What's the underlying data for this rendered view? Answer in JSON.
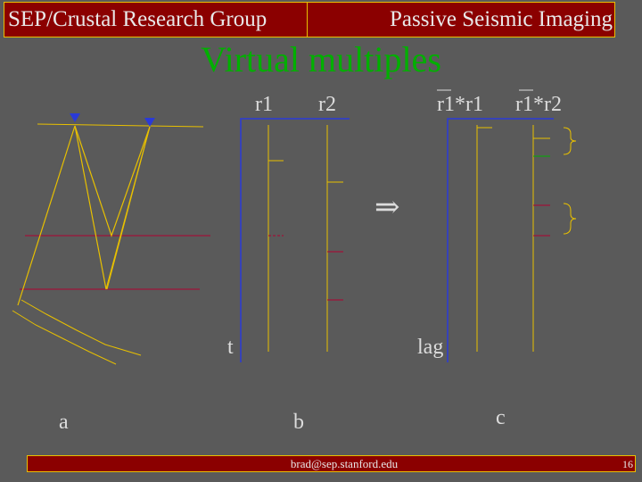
{
  "header": {
    "left_title": "SEP/Crustal Research Group",
    "right_title": "Passive Seismic Imaging"
  },
  "slide": {
    "title": "Virtual multiples"
  },
  "diagram": {
    "trace_labels": {
      "r1": "r1",
      "r2": "r2",
      "r1r1": "r1*r1",
      "r1r2": "r1*r2"
    },
    "axis_labels": {
      "time": "t",
      "lag": "lag"
    },
    "panel_labels": {
      "a": "a",
      "b": "b",
      "c": "c"
    },
    "arrow_symbol": "⇒",
    "colors": {
      "yellow": "#e8c000",
      "blue": "#2a3ad8",
      "red": "#b00030",
      "green": "#00b000",
      "title_green": "#00b000"
    }
  },
  "footer": {
    "email": "brad@sep.stanford.edu",
    "page_number": "16"
  }
}
